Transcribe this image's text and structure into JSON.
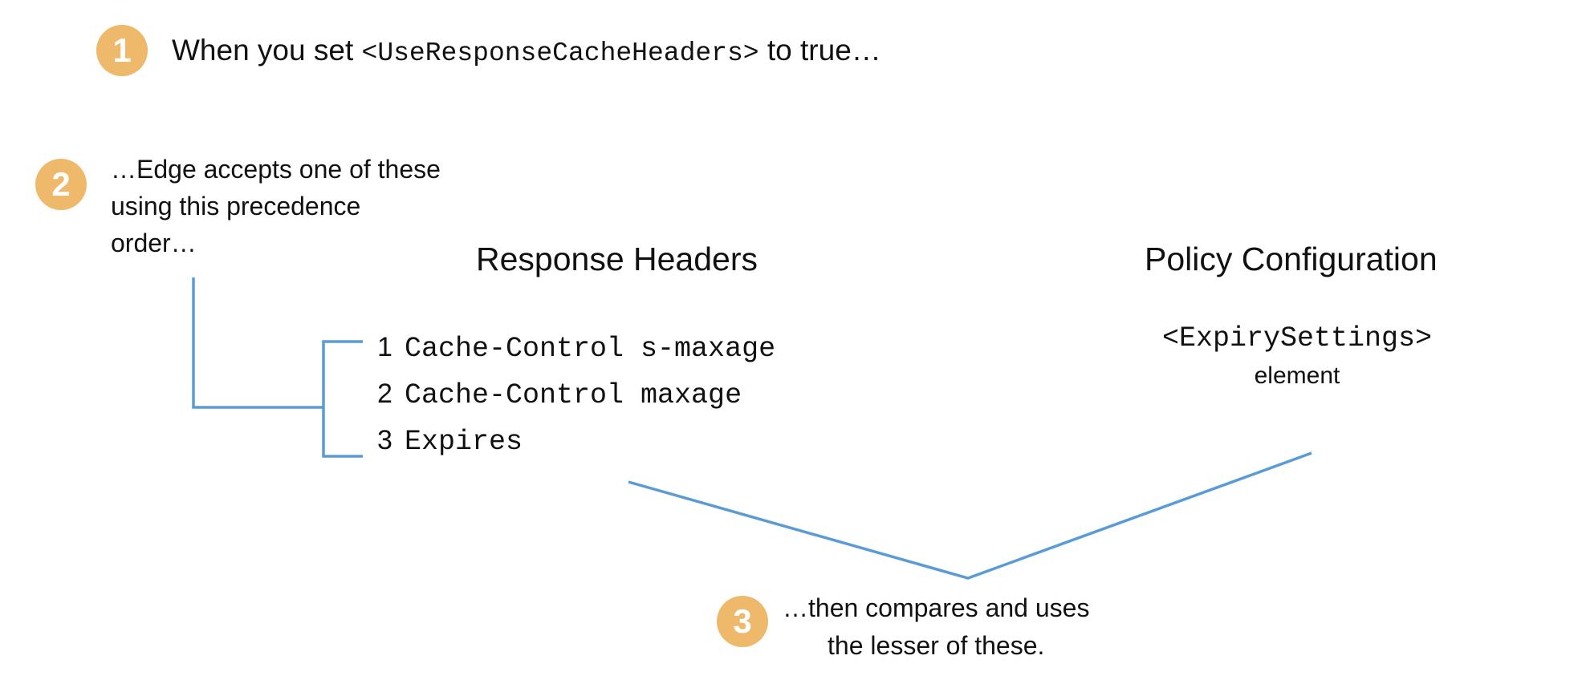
{
  "diagram": {
    "title_colors": {
      "badge_orange": "#efb96c",
      "connector_blue": "#5b9bd5",
      "text_black": "#111111",
      "background": "#ffffff"
    },
    "steps": [
      {
        "number": "1",
        "text_prefix": "When you set ",
        "text_code": "<UseResponseCacheHeaders>",
        "text_suffix": " to true…"
      },
      {
        "number": "2",
        "text": "…Edge accepts one of these\nusing this precedence\norder…"
      },
      {
        "number": "3",
        "text": "…then compares and uses\nthe lesser of these."
      }
    ],
    "columns": {
      "response_headers": {
        "heading": "Response Headers",
        "items": [
          {
            "rank": "1",
            "label": "Cache-Control s-maxage"
          },
          {
            "rank": "2",
            "label": "Cache-Control maxage"
          },
          {
            "rank": "3",
            "label": "Expires"
          }
        ]
      },
      "policy_configuration": {
        "heading": "Policy Configuration",
        "element_tag": "<ExpirySettings>",
        "element_word": "element"
      }
    }
  }
}
